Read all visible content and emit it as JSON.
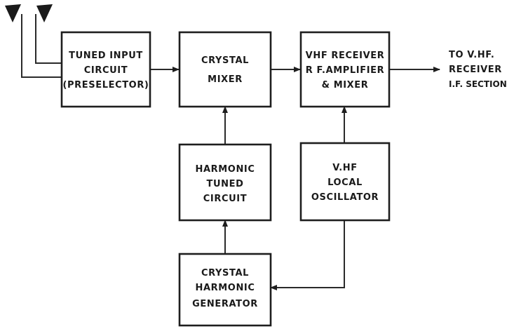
{
  "blocks": {
    "tuned_input": {
      "lines": [
        "TUNED INPUT",
        "CIRCUIT",
        "(PRESELECTOR)"
      ]
    },
    "crystal_mixer": {
      "lines": [
        "CRYSTAL",
        "MIXER"
      ]
    },
    "vhf_receiver": {
      "lines": [
        "VHF RECEIVER",
        "R F.AMPLIFIER",
        "& MIXER"
      ]
    },
    "harmonic_tuned": {
      "lines": [
        "HARMONIC",
        "TUNED",
        "CIRCUIT"
      ]
    },
    "vhf_osc": {
      "lines": [
        "V.HF",
        "LOCAL",
        "OSCILLATOR"
      ]
    },
    "crystal_harmonic": {
      "lines": [
        "CRYSTAL",
        "HARMONIC",
        "GENERATOR"
      ]
    }
  },
  "output_label": {
    "lines": [
      "TO V.HF.",
      "RECEIVER",
      "I.F. SECTION"
    ]
  },
  "colors": {
    "ink": "#1e1e1e",
    "background": "#ffffff"
  }
}
